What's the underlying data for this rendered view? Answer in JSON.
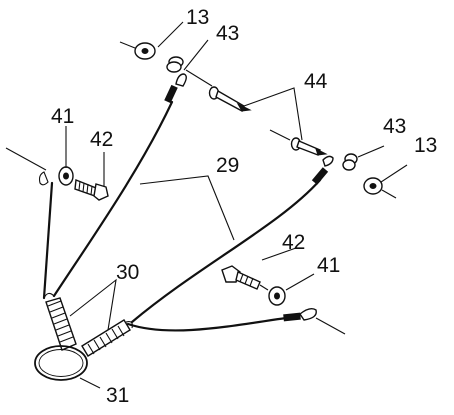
{
  "callouts": {
    "washer_top": "13",
    "spring_washer_top": "43",
    "pins": "44",
    "washer_left": "41",
    "bolt_left": "42",
    "cables": "29",
    "spring_washer_right": "43",
    "washer_right": "13",
    "bolt_right": "42",
    "washer_right_lower": "41",
    "springs": "30",
    "ring": "31"
  }
}
